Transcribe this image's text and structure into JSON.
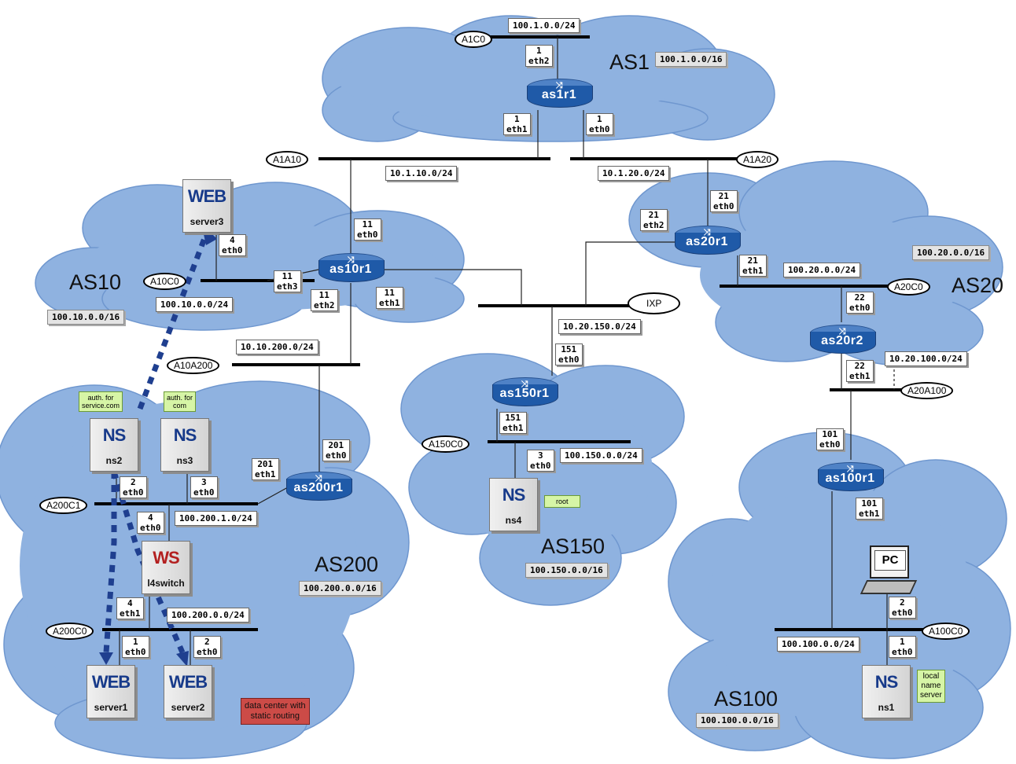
{
  "as_names": {
    "as1": "AS1",
    "as10": "AS10",
    "as20": "AS20",
    "as150": "AS150",
    "as200": "AS200",
    "as100": "AS100"
  },
  "as_prefixes": {
    "as1": "100.1.0.0/16",
    "as10": "100.10.0.0/16",
    "as20": "100.20.0.0/16",
    "as150": "100.150.0.0/16",
    "as200": "100.200.0.0/16",
    "as100": "100.100.0.0/16"
  },
  "networks": {
    "a1c0": {
      "name": "A1C0",
      "prefix": "100.1.0.0/24"
    },
    "a1a10": {
      "name": "A1A10",
      "prefix": "10.1.10.0/24"
    },
    "a1a20": {
      "name": "A1A20",
      "prefix": "10.1.20.0/24"
    },
    "a10c0": {
      "name": "A10C0",
      "prefix": "100.10.0.0/24"
    },
    "a10a200": {
      "name": "A10A200",
      "prefix": "10.10.200.0/24"
    },
    "ixp": {
      "name": "IXP",
      "prefix": "10.20.150.0/24"
    },
    "a20c0": {
      "name": "A20C0",
      "prefix": "100.20.0.0/24"
    },
    "a20a100": {
      "name": "A20A100",
      "prefix": "10.20.100.0/24"
    },
    "a150c0": {
      "name": "A150C0",
      "prefix": "100.150.0.0/24"
    },
    "a200c1": {
      "name": "A200C1",
      "prefix": "100.200.1.0/24"
    },
    "a200c0": {
      "name": "A200C0",
      "prefix": "100.200.0.0/24"
    },
    "a100c0": {
      "name": "A100C0",
      "prefix": "100.100.0.0/24"
    }
  },
  "routers": {
    "as1r1": "as1r1",
    "as10r1": "as10r1",
    "as20r1": "as20r1",
    "as20r2": "as20r2",
    "as150r1": "as150r1",
    "as200r1": "as200r1",
    "as100r1": "as100r1"
  },
  "hosts": {
    "server3": {
      "type": "WEB",
      "name": "server3"
    },
    "ns2": {
      "type": "NS",
      "name": "ns2"
    },
    "ns3": {
      "type": "NS",
      "name": "ns3"
    },
    "l4switch": {
      "type": "WS",
      "name": "l4switch"
    },
    "server1": {
      "type": "WEB",
      "name": "server1"
    },
    "server2": {
      "type": "WEB",
      "name": "server2"
    },
    "ns4": {
      "type": "NS",
      "name": "ns4"
    },
    "ns1": {
      "type": "NS",
      "name": "ns1"
    },
    "pc": {
      "type": "PC"
    }
  },
  "interfaces": {
    "as1r1_eth2": {
      "num": "1",
      "iface": "eth2"
    },
    "as1r1_eth1": {
      "num": "1",
      "iface": "eth1"
    },
    "as1r1_eth0": {
      "num": "1",
      "iface": "eth0"
    },
    "as10r1_eth0": {
      "num": "11",
      "iface": "eth0"
    },
    "as10r1_eth3": {
      "num": "11",
      "iface": "eth3"
    },
    "as10r1_eth2": {
      "num": "11",
      "iface": "eth2"
    },
    "as10r1_eth1": {
      "num": "11",
      "iface": "eth1"
    },
    "server3_eth0": {
      "num": "4",
      "iface": "eth0"
    },
    "as20r1_eth0": {
      "num": "21",
      "iface": "eth0"
    },
    "as20r1_eth2": {
      "num": "21",
      "iface": "eth2"
    },
    "as20r1_eth1": {
      "num": "21",
      "iface": "eth1"
    },
    "as20r2_eth0": {
      "num": "22",
      "iface": "eth0"
    },
    "as20r2_eth1": {
      "num": "22",
      "iface": "eth1"
    },
    "as150r1_eth0": {
      "num": "151",
      "iface": "eth0"
    },
    "as150r1_eth1": {
      "num": "151",
      "iface": "eth1"
    },
    "ns4_eth0": {
      "num": "3",
      "iface": "eth0"
    },
    "as200r1_eth0": {
      "num": "201",
      "iface": "eth0"
    },
    "as200r1_eth1": {
      "num": "201",
      "iface": "eth1"
    },
    "ns2_eth0": {
      "num": "2",
      "iface": "eth0"
    },
    "ns3_eth0": {
      "num": "3",
      "iface": "eth0"
    },
    "l4switch_eth0": {
      "num": "4",
      "iface": "eth0"
    },
    "l4switch_eth1": {
      "num": "4",
      "iface": "eth1"
    },
    "server1_eth0": {
      "num": "1",
      "iface": "eth0"
    },
    "server2_eth0": {
      "num": "2",
      "iface": "eth0"
    },
    "as100r1_eth0": {
      "num": "101",
      "iface": "eth0"
    },
    "as100r1_eth1": {
      "num": "101",
      "iface": "eth1"
    },
    "pc_eth0": {
      "num": "2",
      "iface": "eth0"
    },
    "ns1_eth0": {
      "num": "1",
      "iface": "eth0"
    }
  },
  "notes": {
    "ns2_auth": [
      "auth. for",
      "service.com"
    ],
    "ns3_auth": [
      "auth. for",
      "com"
    ],
    "ns4_role": "root",
    "ns1_role": [
      "local",
      "name",
      "server"
    ],
    "datacenter": [
      "data center with",
      "static routing"
    ]
  },
  "colors": {
    "cloud": "#8fb2e0",
    "router": "#1f5aa8",
    "dashed_arrow": "#1f3f8f",
    "note_green": "#d6f5a6",
    "note_red": "#cc4b47"
  }
}
